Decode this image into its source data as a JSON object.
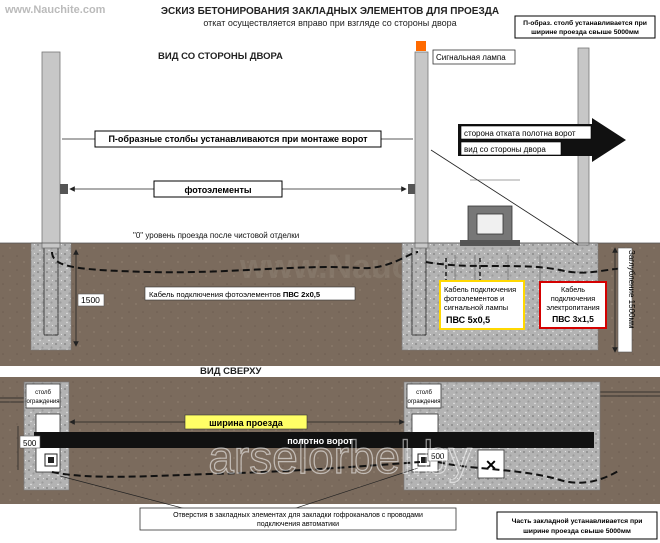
{
  "watermark_top": "www.Nauchite.com",
  "title": "ЭСКИЗ БЕТОНИРОВАНИЯ ЗАКЛАДНЫХ ЭЛЕМЕНТОВ ДЛЯ ПРОЕЗДА",
  "subtitle": "откат осуществляется вправо при взгляде со стороны двора",
  "notes": {
    "top_right": [
      "П-образ. столб устанавливается при",
      "ширине проезда свыше 5000мм"
    ],
    "bottom_right": [
      "Часть закладной устанавливается при",
      "ширине проезда свыше 5000мм"
    ]
  },
  "yard_view": {
    "heading": "ВИД СО СТОРОНЫ ДВОРА",
    "signal_lamp": "Сигнальная лампа",
    "posts_label": "П-образные столбы устанавливаются при монтаже ворот",
    "rollback_side": "сторона отката полотна ворот",
    "view_from_yard": "вид со стороны двора",
    "photocells": "фотоэлементы",
    "zero_level": "\"0\" уровень проезда после чистовой отделки",
    "depth_1500": "1500",
    "cable_photo_prefix": "Кабель подключения фотоэлементов ",
    "cable_photo_type": "ПВС 2х0,5",
    "cable_lamp": [
      "Кабель подключения",
      "фотоэлементов и",
      "сигнальной лампы"
    ],
    "cable_lamp_type": "ПВС 5х0,5",
    "cable_power": [
      "Кабель",
      "подключения",
      "электропитания"
    ],
    "cable_power_type": "ПВС 3х1,5",
    "depth_label": "Заглубление 1500мм"
  },
  "top_view": {
    "heading": "ВИД СВЕРХУ",
    "stop_post": [
      "столб",
      "ограждения"
    ],
    "width_label": "ширина проезда",
    "gate_leaf": "полотно ворот",
    "dim_500": "500",
    "holes_note": [
      "Отверстия в закладных элементах для закладки гофроканалов с проводами",
      "подключения автоматики"
    ]
  },
  "watermark_center": "arselorbel.by",
  "colors": {
    "ground": "#7b6b5d",
    "concrete": "#b3b3b3",
    "post": "#c7c7c7",
    "lamp": "#ff6a00",
    "power_border": "#d40000",
    "highlight": "#ffff66"
  }
}
